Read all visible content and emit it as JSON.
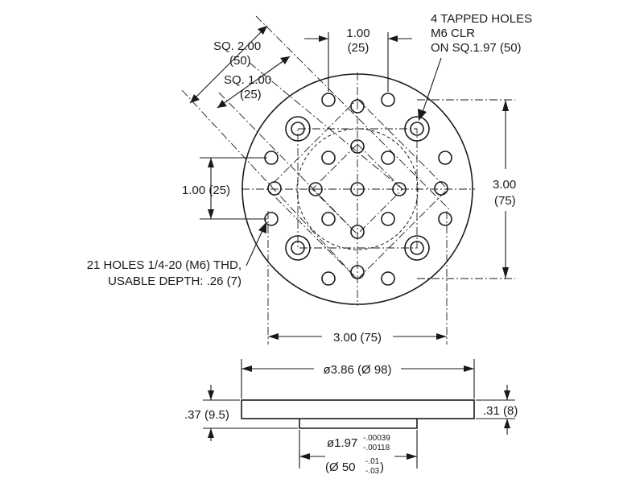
{
  "top_view": {
    "sq_outer_label": "SQ. 2.00",
    "sq_outer_metric": "(50)",
    "sq_inner_label": "SQ. 1.00",
    "sq_inner_metric": "(25)",
    "hole_spacing_top": "1.00",
    "hole_spacing_top_metric": "(25)",
    "hole_spacing_left": "1.00 (25)",
    "tapped_note_line1": "4 TAPPED HOLES",
    "tapped_note_line2": "M6 CLR",
    "tapped_note_line3": "ON SQ.1.97 (50)",
    "height_label": "3.00",
    "height_metric": "(75)",
    "width_label": "3.00 (75)",
    "holes_note_line1": "21 HOLES 1/4-20 (M6) THD,",
    "holes_note_line2": "USABLE DEPTH: .26 (7)"
  },
  "side_view": {
    "diameter_label": "ø3.86 (Ø 98)",
    "thickness_left": ".37 (9.5)",
    "thickness_right": ".31 (8)",
    "pilot_dia": "ø1.97",
    "pilot_tol_upper": "-.00039",
    "pilot_tol_lower": "-.00118",
    "pilot_metric": "(Ø 50",
    "pilot_metric_tol_upper": "-.01",
    "pilot_metric_tol_lower": "-.03",
    "pilot_metric_close": ")"
  }
}
